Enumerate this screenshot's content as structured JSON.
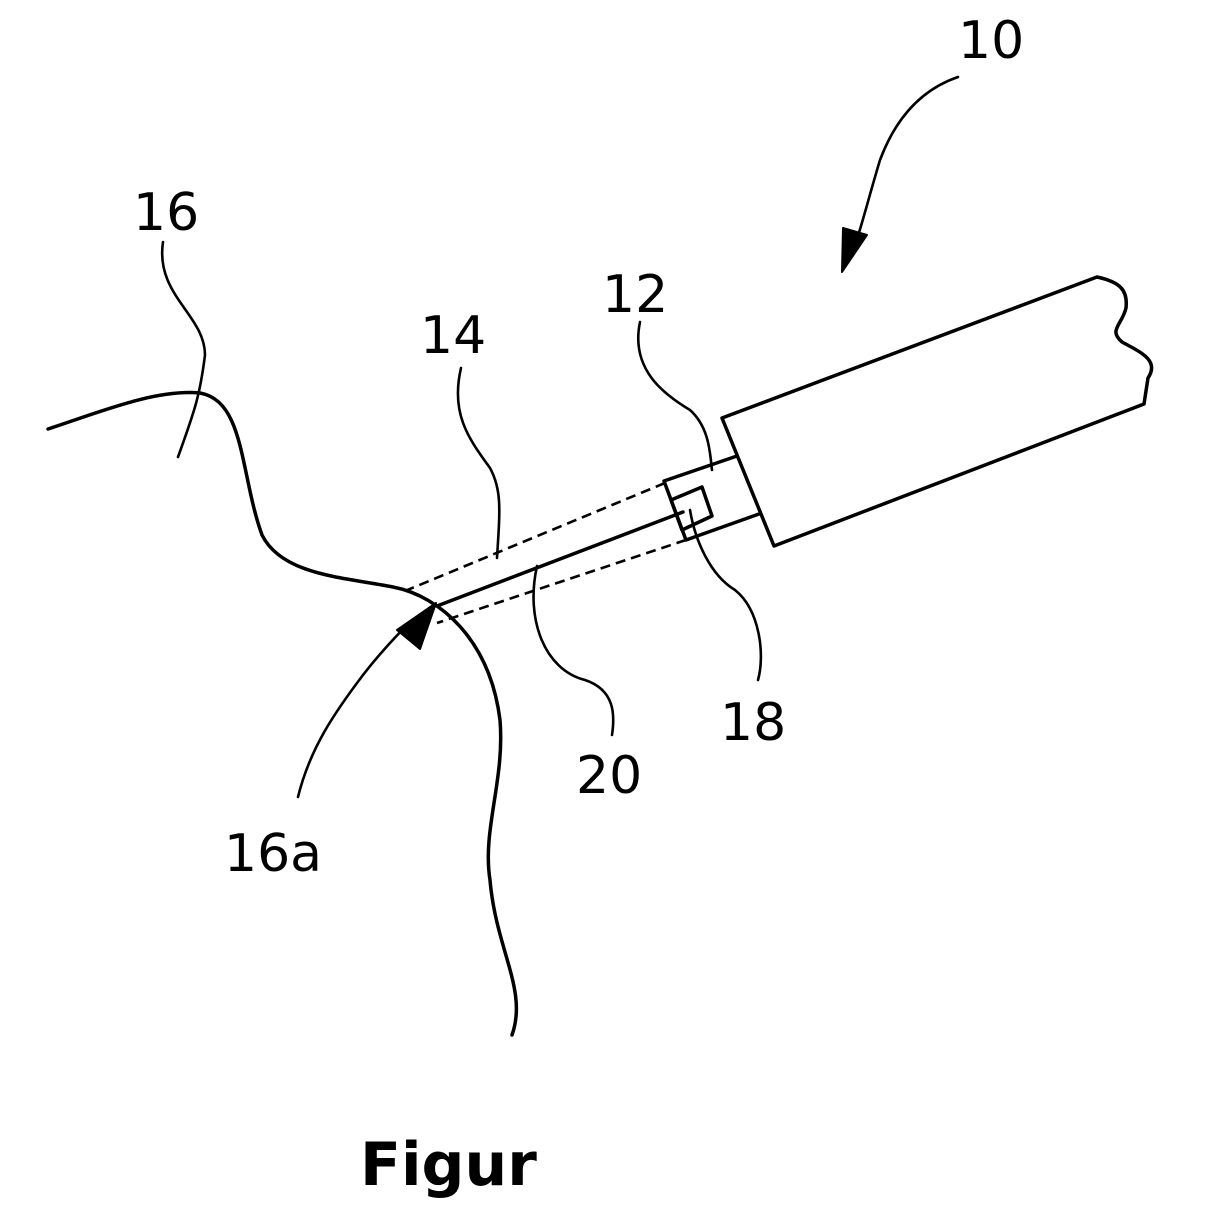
{
  "figure": {
    "caption": "Figur",
    "labels": {
      "device": "10",
      "tip": "12",
      "beam_outer": "14",
      "surface": "16",
      "surface_point": "16a",
      "element": "18",
      "beam_axis": "20"
    }
  }
}
